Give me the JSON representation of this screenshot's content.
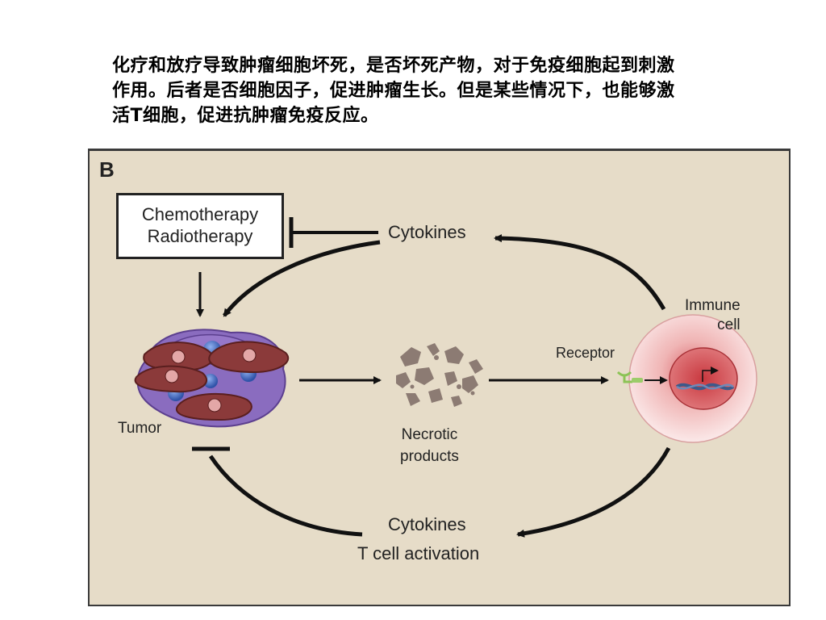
{
  "caption": {
    "line1": "化疗和放疗导致肿瘤细胞坏死，是否坏死产物，对于免疫细胞起到刺激",
    "line2": "作用。后者是否细胞因子，促进肿瘤生长。但是某些情况下，也能够激",
    "line3": "活T细胞，促进抗肿瘤免疫反应。"
  },
  "diagram": {
    "panel_letter": "B",
    "therapy_line1": "Chemotherapy",
    "therapy_line2": "Radiotherapy",
    "cytokines_top": "Cytokines",
    "tumor": "Tumor",
    "necrotic_line1": "Necrotic",
    "necrotic_line2": "products",
    "receptor": "Receptor",
    "immune_line1": "Immune",
    "immune_line2": "cell",
    "cytokines_bottom": "Cytokines",
    "t_cell_activation": "T cell activation"
  },
  "colors": {
    "panel_bg": "#e6dcc8",
    "tumor_cell": "#8b3a3a",
    "tumor_stroma": "#7d5aa8",
    "nucleus": "#4a6fbf",
    "necrotic": "#8c7b73",
    "immune_cell": "#f2c7c7",
    "receptor": "#9ccc6a"
  }
}
